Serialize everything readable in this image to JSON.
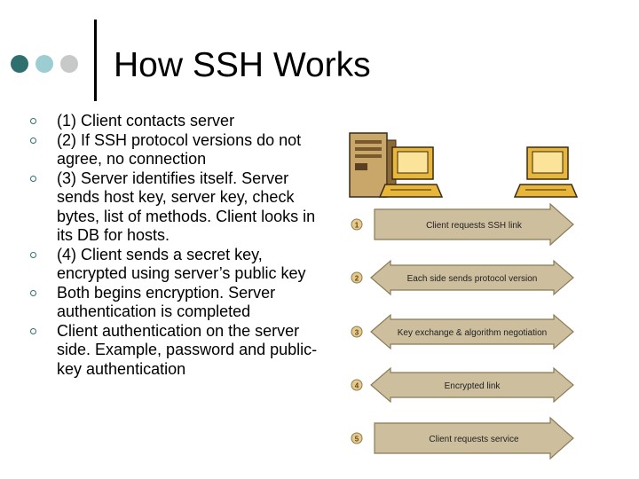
{
  "slide": {
    "title": "How SSH Works"
  },
  "bullets": [
    {
      "text": "(1) Client contacts server"
    },
    {
      "text": "(2) If SSH protocol versions do not agree, no connection"
    },
    {
      "text": "(3) Server identifies itself. Server sends host key, server key, check bytes, list of methods. Client looks in its DB for hosts."
    },
    {
      "text": "(4) Client sends a secret key, encrypted using server’s public key"
    },
    {
      "text": "Both begins encryption. Server authentication is completed"
    },
    {
      "text": "Client authentication on the server side. Example, password and public-key authentication"
    }
  ],
  "diagram": {
    "steps": [
      {
        "num": "1",
        "label": "Client requests SSH link",
        "direction": "right"
      },
      {
        "num": "2",
        "label": "Each side sends protocol version",
        "direction": "both"
      },
      {
        "num": "3",
        "label": "Key exchange & algorithm negotiation",
        "direction": "both"
      },
      {
        "num": "4",
        "label": "Encrypted link",
        "direction": "both"
      },
      {
        "num": "5",
        "label": "Client requests service",
        "direction": "right"
      }
    ]
  },
  "colors": {
    "accent_dark": "#2e6f70",
    "accent_light": "#9ccdd2",
    "accent_gray": "#c7c8c8",
    "arrow_fill": "#cdbf9e",
    "arrow_edge": "#8a7b56",
    "number_fill": "#e8c98a"
  }
}
